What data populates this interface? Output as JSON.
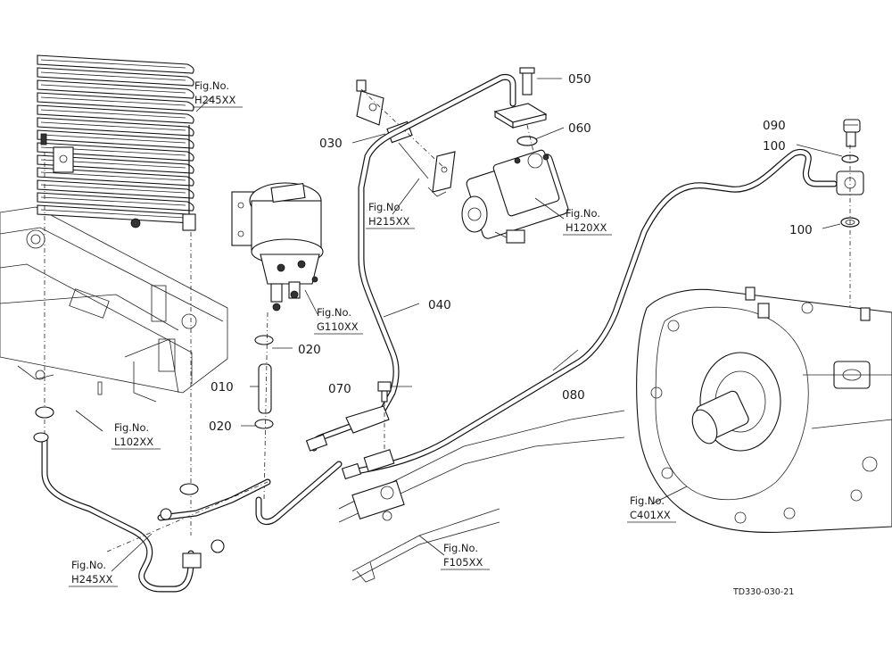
{
  "callouts": {
    "c010": "010",
    "c020a": "020",
    "c020b": "020",
    "c030": "030",
    "c040": "040",
    "c050": "050",
    "c060": "060",
    "c070": "070",
    "c080": "080",
    "c090": "090",
    "c100a": "100",
    "c100b": "100"
  },
  "figures": {
    "h245_top": {
      "prefix": "Fig.No.",
      "code": "H245XX"
    },
    "h215": {
      "prefix": "Fig.No.",
      "code": "H215XX"
    },
    "h120": {
      "prefix": "Fig.No.",
      "code": "H120XX"
    },
    "g110": {
      "prefix": "Fig.No.",
      "code": "G110XX"
    },
    "l102": {
      "prefix": "Fig.No.",
      "code": "L102XX"
    },
    "h245_bottom": {
      "prefix": "Fig.No.",
      "code": "H245XX"
    },
    "f105": {
      "prefix": "Fig.No.",
      "code": "F105XX"
    },
    "c401": {
      "prefix": "Fig.No.",
      "code": "C401XX"
    }
  },
  "drawing_code": "TD330-030-21",
  "colors": {
    "ink": "#111111",
    "paper": "#ffffff"
  }
}
